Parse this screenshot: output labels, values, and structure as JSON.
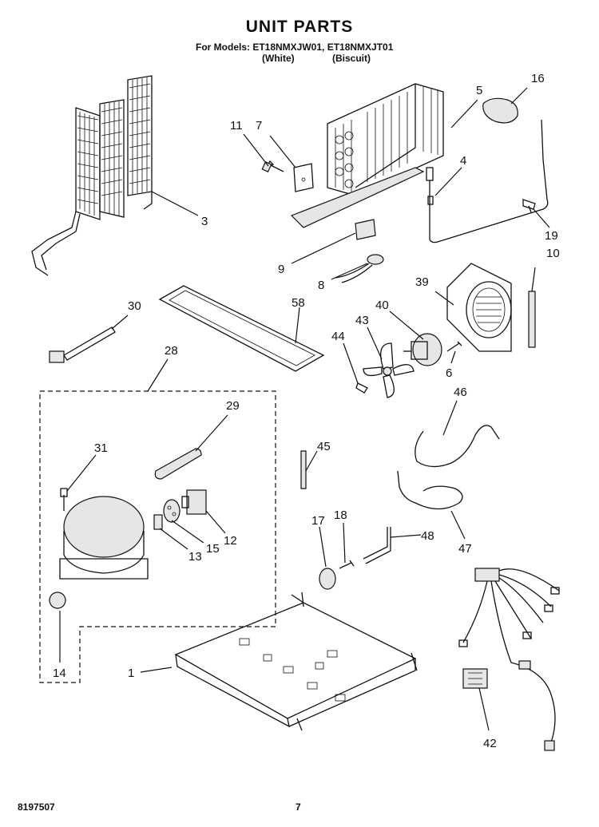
{
  "header": {
    "title": "UNIT PARTS",
    "models_line": "For Models: ET18NMXJW01, ET18NMXJT01",
    "variant_white": "(White)",
    "variant_biscuit": "(Biscuit)"
  },
  "footer": {
    "doc_number": "8197507",
    "page_number": "7"
  },
  "callouts": [
    "1",
    "3",
    "4",
    "5",
    "6",
    "7",
    "8",
    "9",
    "10",
    "11",
    "12",
    "13",
    "14",
    "15",
    "16",
    "17",
    "18",
    "19",
    "28",
    "29",
    "30",
    "31",
    "39",
    "40",
    "42",
    "43",
    "44",
    "45",
    "46",
    "47",
    "48",
    "58"
  ]
}
